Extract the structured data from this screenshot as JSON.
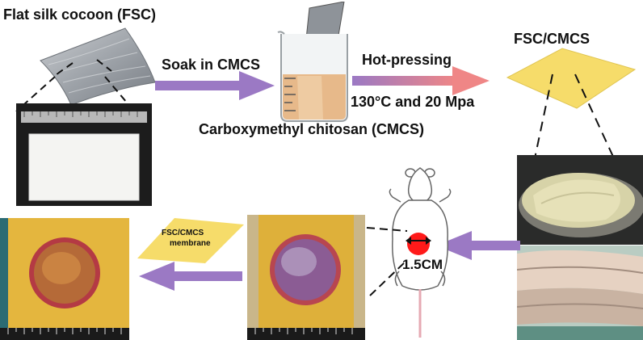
{
  "labels": {
    "fsc_title": "Flat silk cocoon (FSC)",
    "soak": "Soak in CMCS",
    "hot_pressing": "Hot-pressing",
    "conditions": "130°C and 20 Mpa",
    "cmcs": "Carboxymethyl chitosan (CMCS)",
    "fsc_cmcs": "FSC/CMCS",
    "membrane_line1": "FSC/CMCS",
    "membrane_line2": "membrane",
    "wound_size": "1.5CM"
  },
  "colors": {
    "arrow_purple": "#9b79c4",
    "arrow_pink": "#e9858a",
    "membrane_yellow": "#f6dc6a",
    "wound_red": "#ff1a1a",
    "silk_gray": "#a9aeb4",
    "photo_dark": "#1c1c1c",
    "skin_yellow": "#e2b640"
  },
  "icons": [
    "silk-sheet-icon",
    "beaker-icon",
    "mouse-icon",
    "double-arrow-icon",
    "ruler-icon"
  ]
}
